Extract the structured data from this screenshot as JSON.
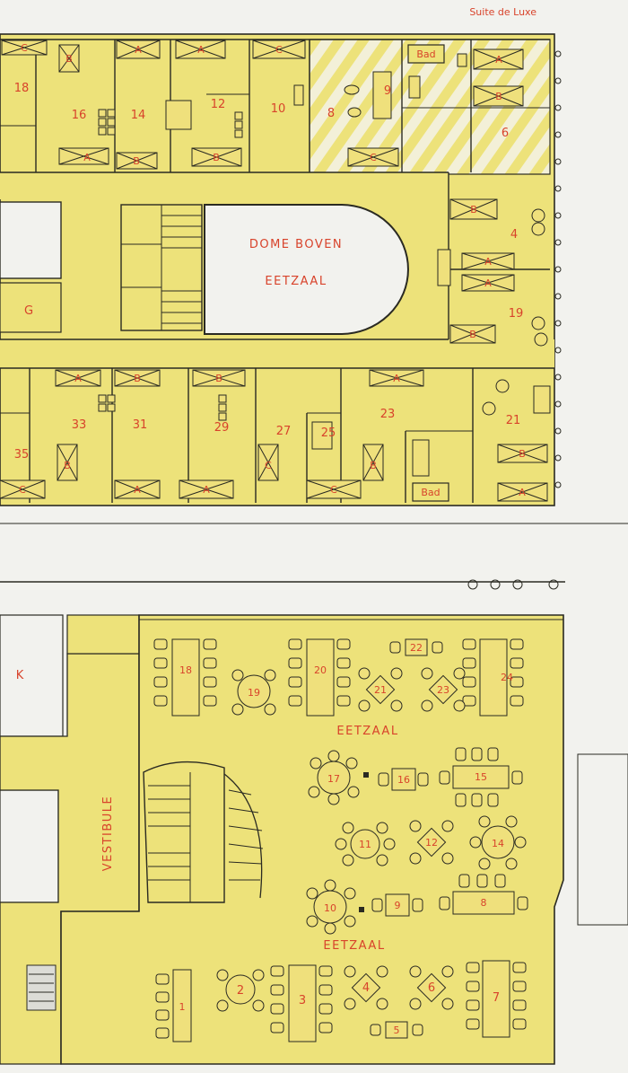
{
  "colors": {
    "paper": "#f2f2ee",
    "fill": "#ede27a",
    "line": "#2a2a22",
    "label": "#d8432b"
  },
  "upper_deck": {
    "header": "Suite de Luxe",
    "dome_label_1": "DOME BOVEN",
    "dome_label_2": "EETZAAL",
    "bath_label": "Bad",
    "top_cabins": [
      "18",
      "16",
      "14",
      "12",
      "10",
      "8",
      "9",
      "6"
    ],
    "right_cabins": [
      "4",
      "19"
    ],
    "bottom_cabins": [
      "35",
      "33",
      "31",
      "29",
      "27",
      "25",
      "23",
      "21"
    ],
    "left_room": "G",
    "bed_letters": [
      "A",
      "B",
      "C"
    ]
  },
  "lower_deck": {
    "left_room": "K",
    "vestibule": "VESTIBULE",
    "hall_label_1": "EETZAAL",
    "hall_label_2": "EETZAAL",
    "tables": [
      "1",
      "2",
      "3",
      "4",
      "5",
      "6",
      "7",
      "8",
      "9",
      "10",
      "11",
      "12",
      "14",
      "15",
      "16",
      "17",
      "18",
      "19",
      "20",
      "21",
      "22",
      "23",
      "24"
    ]
  }
}
